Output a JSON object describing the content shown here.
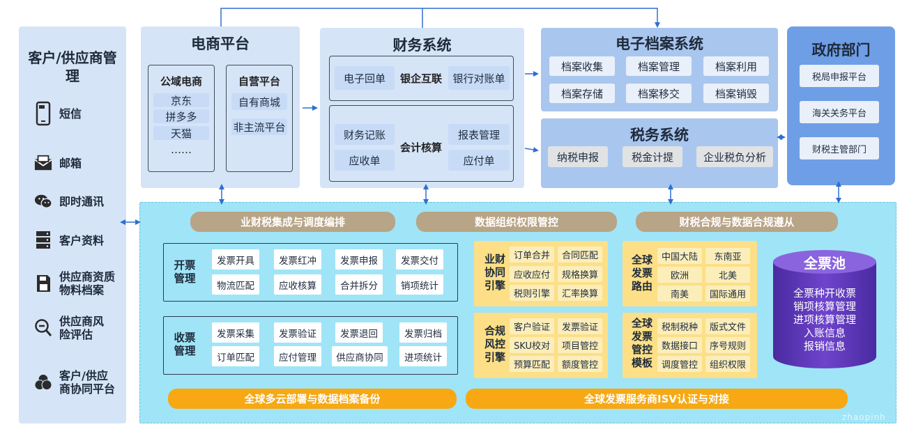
{
  "customer_panel": {
    "title": "客户/供应商管理",
    "items": [
      {
        "icon": "phone-icon",
        "label": "短信"
      },
      {
        "icon": "mail-icon",
        "label": "邮箱"
      },
      {
        "icon": "wechat-icon",
        "label": "即时通讯"
      },
      {
        "icon": "server-icon",
        "label": "客户资料"
      },
      {
        "icon": "disk-icon",
        "label": "供应商资质物料档案"
      },
      {
        "icon": "search-icon",
        "label": "供应商风险评估"
      },
      {
        "icon": "circles-icon",
        "label": "客户/供应商协同平台"
      }
    ]
  },
  "ecommerce": {
    "title": "电商平台",
    "public": {
      "title": "公域电商",
      "items": [
        "京东",
        "拼多多",
        "天猫",
        "……"
      ]
    },
    "own": {
      "title": "自营平台",
      "items": [
        "自有商城",
        "非主流平台"
      ]
    }
  },
  "finance": {
    "title": "财务系统",
    "bank": {
      "center": "银企互联",
      "left": "电子回单",
      "right": "银行对账单"
    },
    "accounting": {
      "center": "会计核算",
      "left": [
        "财务记账",
        "应收单"
      ],
      "right": [
        "报表管理",
        "应付单"
      ]
    }
  },
  "archive": {
    "title": "电子档案系统",
    "items": [
      "档案收集",
      "档案管理",
      "档案利用",
      "档案存储",
      "档案移交",
      "档案销毁"
    ]
  },
  "tax": {
    "title": "税务系统",
    "items": [
      "纳税申报",
      "税金计提",
      "企业税负分析"
    ]
  },
  "gov": {
    "title": "政府部门",
    "items": [
      "税局申报平台",
      "海关关务平台",
      "财税主管部门"
    ]
  },
  "core": {
    "top_bars": [
      "业财税集成与调度编排",
      "数据组织权限管控",
      "财税合规与数据合规遵从"
    ],
    "bottom_bars": [
      "全球多云部署与数据档案备份",
      "全球发票服务商ISV认证与对接"
    ],
    "invoice_issue": {
      "label": "开票管理",
      "items": [
        "发票开具",
        "发票红冲",
        "发票申报",
        "发票交付",
        "物流匹配",
        "应收核算",
        "合并拆分",
        "销项统计"
      ]
    },
    "invoice_receive": {
      "label": "收票管理",
      "items": [
        "发票采集",
        "发票验证",
        "发票退回",
        "发票归档",
        "订单匹配",
        "应付管理",
        "供应商协同",
        "进项统计"
      ]
    },
    "biz_engine": {
      "label": "业财协同引擎",
      "items": [
        "订单合并",
        "合同匹配",
        "应收应付",
        "规格换算",
        "税则引擎",
        "汇率换算"
      ]
    },
    "risk_engine": {
      "label": "合规风控引擎",
      "items": [
        "客户验证",
        "发票验证",
        "SKU校对",
        "项目管控",
        "预算匹配",
        "额度管控"
      ]
    },
    "routing": {
      "label": "全球发票路由",
      "items": [
        "中国大陆",
        "东南亚",
        "欧洲",
        "北美",
        "南美",
        "国际通用"
      ]
    },
    "control": {
      "label": "全球发票管控模板",
      "items": [
        "税制税种",
        "版式文件",
        "数据接口",
        "序号规则",
        "调度管控",
        "组织权限"
      ]
    },
    "pool": {
      "title": "全票池",
      "lines": [
        "全票种开收票",
        "销项核算管理",
        "进项核算管理",
        "入账信息",
        "报销信息"
      ]
    }
  },
  "watermark": "zhaopinh",
  "colors": {
    "light_panel": "#d6e4f7",
    "mid_panel": "#a9c6ef",
    "gov_panel": "#6e9ee6",
    "core_bg": "#a0e4f7",
    "tan": "#b8a486",
    "orange": "#f7a812",
    "yellow": "#fbeebb",
    "pool": "#6a3fc4"
  }
}
